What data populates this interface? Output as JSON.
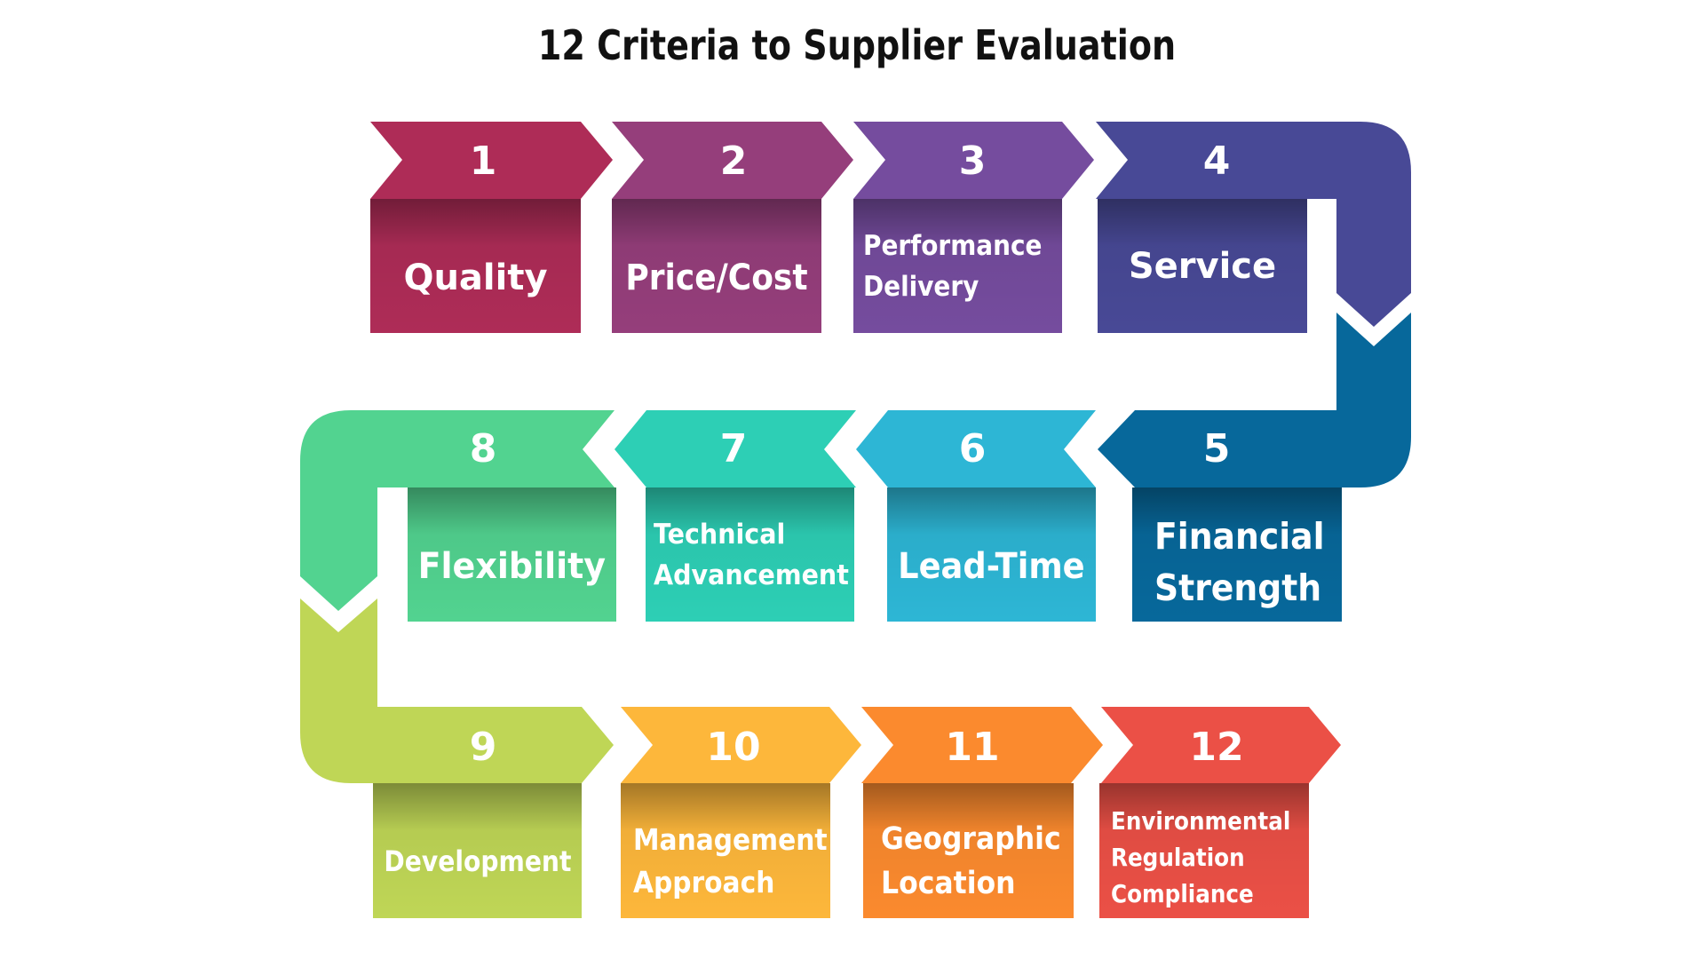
{
  "title": "12 Criteria to Supplier Evaluation",
  "criteria": [
    {
      "number": "1",
      "label": "Quality",
      "color": "#AE2C57"
    },
    {
      "number": "2",
      "label": "Price/Cost",
      "color": "#953E7B"
    },
    {
      "number": "3",
      "label": "Performance\nDelivery",
      "color": "#754C9E"
    },
    {
      "number": "4",
      "label": "Service",
      "color": "#484996"
    },
    {
      "number": "5",
      "label": "Financial\nStrength",
      "color": "#07689B"
    },
    {
      "number": "6",
      "label": "Lead-Time",
      "color": "#2DB6D5"
    },
    {
      "number": "7",
      "label": "Technical\nAdvancement",
      "color": "#2DCFB5"
    },
    {
      "number": "8",
      "label": "Flexibility",
      "color": "#52D390"
    },
    {
      "number": "9",
      "label": "Development",
      "color": "#BFD656"
    },
    {
      "number": "10",
      "label": "Management\nApproach",
      "color": "#FDB73B"
    },
    {
      "number": "11",
      "label": "Geographic\nLocation",
      "color": "#FB8A2E"
    },
    {
      "number": "12",
      "label": "Environmental\nRegulation\nCompliance",
      "color": "#EB5046"
    }
  ]
}
